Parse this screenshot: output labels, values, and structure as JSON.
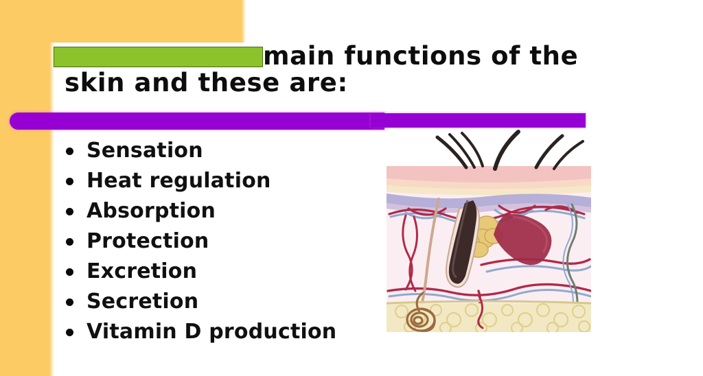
{
  "slide": {
    "title": {
      "redacted_segment": "",
      "line1_visible": "main functions of the",
      "line2_visible": "skin and these are:"
    },
    "bullets": [
      {
        "label": "Sensation"
      },
      {
        "label": "Heat regulation"
      },
      {
        "label": "Absorption"
      },
      {
        "label": "Protection"
      },
      {
        "label": "Excretion"
      },
      {
        "label": "Secretion"
      },
      {
        "label": "Vitamin D production"
      }
    ],
    "colors": {
      "amber_panel": "#fccb64",
      "green_redaction": "#8cc22b",
      "green_redaction_border": "#4a6b13",
      "purple_rule": "#9600d2",
      "text": "#101010",
      "background": "#ffffff"
    },
    "diagram": {
      "name": "skin-cross-section-illustration",
      "description": "Cross-section of human skin with hair shafts, epidermis, dermis, blood vessels, sebaceous gland, arrector muscle and subcutaneous fat layer"
    }
  }
}
